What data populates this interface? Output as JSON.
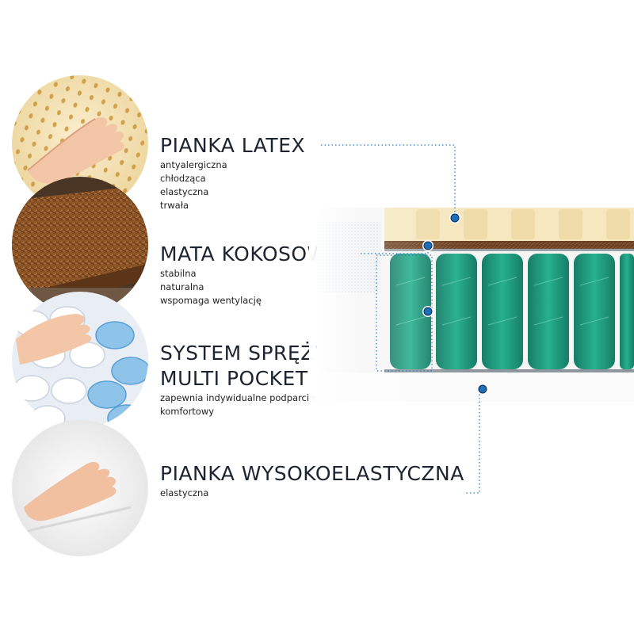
{
  "layers": [
    {
      "title": "PIANKA LATEX",
      "features": [
        "antyalergiczna",
        "chłodząca",
        "elastyczna",
        "trwała"
      ]
    },
    {
      "title": "MATA KOKOSOWA",
      "features": [
        "stabilna",
        "naturalna",
        "wspomaga wentylację"
      ]
    },
    {
      "title_line1": "SYSTEM SPRĘŻYN",
      "title_line2": "MULTI POCKET",
      "features": [
        "zapewnia indywidualne podparcie",
        "komfortowy"
      ]
    },
    {
      "title": "PIANKA WYSOKOELASTYCZNA",
      "features": [
        "elastyczna"
      ]
    }
  ],
  "colors": {
    "latex": "#f3e3b8",
    "coconut": "#7a4a22",
    "spring": "#1f9e82",
    "foam": "#f6f6f6",
    "connector": "#1d6fb8"
  }
}
